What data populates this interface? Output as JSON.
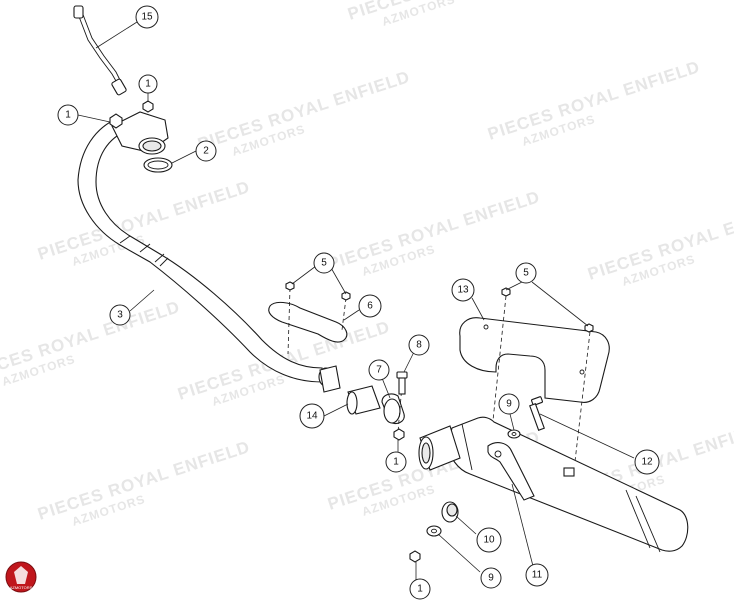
{
  "watermark": {
    "line1": "PIECES ROYAL ENFIELD",
    "line2": "AZMOTORS"
  },
  "callouts": [
    {
      "id": "c15",
      "label": "15"
    },
    {
      "id": "c1a",
      "label": "1"
    },
    {
      "id": "c1b",
      "label": "1"
    },
    {
      "id": "c2",
      "label": "2"
    },
    {
      "id": "c3",
      "label": "3"
    },
    {
      "id": "c5a",
      "label": "5"
    },
    {
      "id": "c6",
      "label": "6"
    },
    {
      "id": "c8",
      "label": "8"
    },
    {
      "id": "c7",
      "label": "7"
    },
    {
      "id": "c14",
      "label": "14"
    },
    {
      "id": "c1c",
      "label": "1"
    },
    {
      "id": "c13",
      "label": "13"
    },
    {
      "id": "c5b",
      "label": "5"
    },
    {
      "id": "c9a",
      "label": "9"
    },
    {
      "id": "c12",
      "label": "12"
    },
    {
      "id": "c10",
      "label": "10"
    },
    {
      "id": "c9b",
      "label": "9"
    },
    {
      "id": "c11",
      "label": "11"
    },
    {
      "id": "c1d",
      "label": "1"
    }
  ],
  "logo": {
    "text": "AZMOTORS",
    "color": "#c0161c"
  }
}
